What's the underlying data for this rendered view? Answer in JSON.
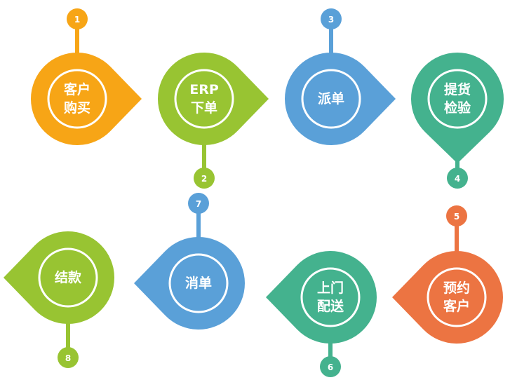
{
  "steps": [
    {
      "number": "1",
      "lines": [
        "客户",
        "购买"
      ],
      "color": "#f7a516"
    },
    {
      "number": "2",
      "lines": [
        "ERP",
        "下单"
      ],
      "color": "#98c432"
    },
    {
      "number": "3",
      "lines": [
        "派单"
      ],
      "color": "#5aa0d8"
    },
    {
      "number": "4",
      "lines": [
        "提货",
        "检验"
      ],
      "color": "#44b28e"
    },
    {
      "number": "5",
      "lines": [
        "预约",
        "客户"
      ],
      "color": "#ec7442"
    },
    {
      "number": "6",
      "lines": [
        "上门",
        "配送"
      ],
      "color": "#44b28e"
    },
    {
      "number": "7",
      "lines": [
        "消单"
      ],
      "color": "#5aa0d8"
    },
    {
      "number": "8",
      "lines": [
        "结款"
      ],
      "color": "#98c432"
    }
  ]
}
